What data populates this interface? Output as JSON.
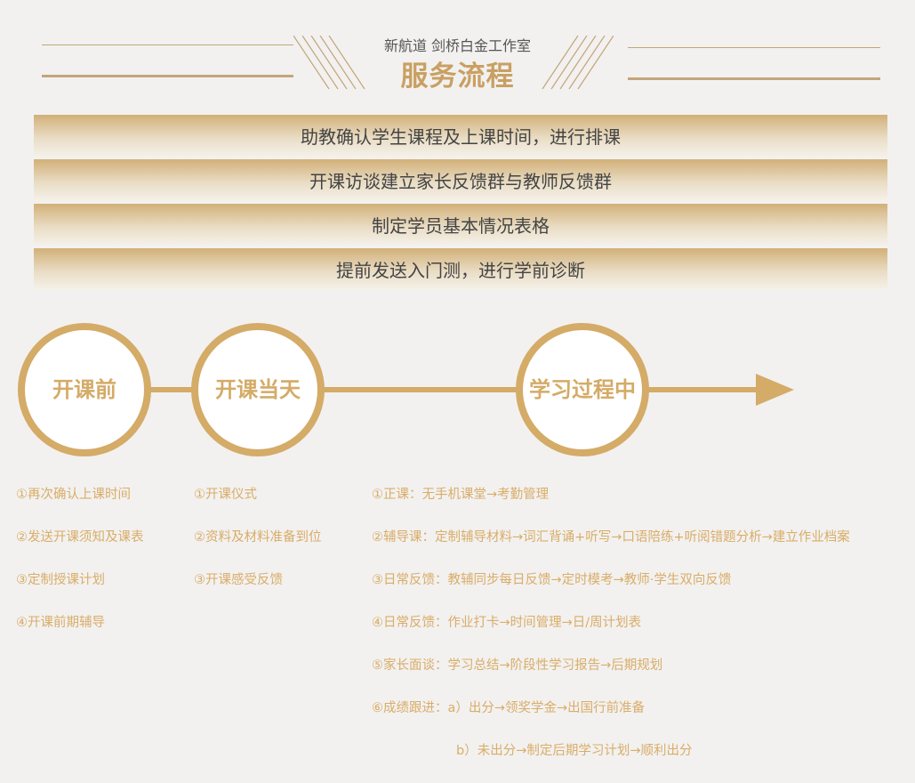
{
  "header": {
    "subtitle": "新航道 剑桥白金工作室",
    "title": "服务流程"
  },
  "bars": [
    "助教确认学生课程及上课时间，进行排课",
    "开课访谈建立家长反馈群与教师反馈群",
    "制定学员基本情况表格",
    "提前发送入门测，进行学前诊断"
  ],
  "stages": [
    {
      "label": "开课前",
      "items": [
        "①再次确认上课时间",
        "②发送开课须知及课表",
        "③定制授课计划",
        "④开课前期辅导"
      ]
    },
    {
      "label": "开课当天",
      "items": [
        "①开课仪式",
        "②资料及材料准备到位",
        "③开课感受反馈"
      ]
    },
    {
      "label": "学习过程中",
      "items": [
        "①正课：无手机课堂→考勤管理",
        "②辅导课：定制辅导材料→词汇背诵+听写→口语陪练+听阅错题分析→建立作业档案",
        "③日常反馈：教辅同步每日反馈→定时模考→教师·学生双向反馈",
        "④日常反馈：作业打卡→时间管理→日/周计划表",
        "⑤家长面谈：学习总结→阶段性学习报告→后期规划",
        "⑥成绩跟进：a）出分→领奖学金→出国行前准备",
        "b）未出分→制定后期学习计划→顺利出分"
      ]
    }
  ],
  "colors": {
    "accent": "#d4ab67",
    "bg": "#f2f1f0"
  }
}
